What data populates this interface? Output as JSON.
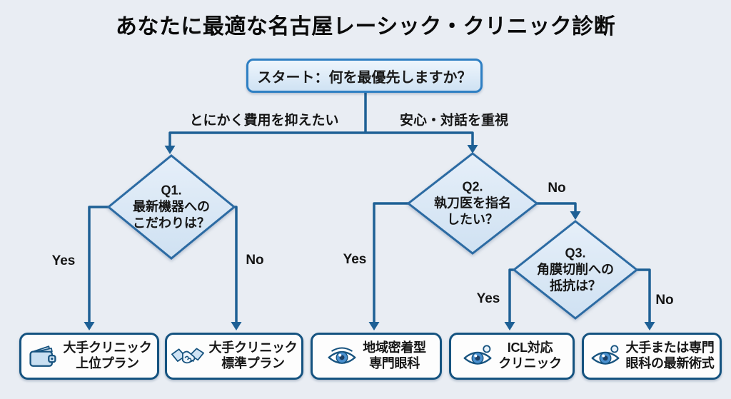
{
  "title": "あなたに最適な名古屋レーシック・クリニック診断",
  "start": {
    "label": "スタート：何を最優先しますか？"
  },
  "branches": {
    "left": "とにかく費用を抑えたい",
    "right": "安心・対話を重視"
  },
  "questions": [
    {
      "id": "Q1.",
      "line1": "最新機器への",
      "line2": "こだわりは？",
      "yes": "Yes",
      "no": "No"
    },
    {
      "id": "Q2.",
      "line1": "執刀医を指名",
      "line2": "したい？",
      "yes": "Yes",
      "no": "No"
    },
    {
      "id": "Q3.",
      "line1": "角膜切削への",
      "line2": "抵抗は？",
      "yes": "Yes",
      "no": "No"
    }
  ],
  "results": [
    {
      "icon": "wallet-icon",
      "line1": "大手クリニック",
      "line2": "上位プラン"
    },
    {
      "icon": "handshake-icon",
      "line1": "大手クリニック",
      "line2": "標準プラン"
    },
    {
      "icon": "eye-icon",
      "line1": "地域密着型",
      "line2": "専門眼科"
    },
    {
      "icon": "eye-lens-icon",
      "line1": "ICL対応",
      "line2": "クリニック"
    },
    {
      "icon": "eye-lens-icon",
      "line1": "大手または専門",
      "line2": "眼科の最新術式"
    }
  ],
  "colors": {
    "background": "#e9edf3",
    "connector": "#1e6095",
    "start_border": "#2e7fc3",
    "diamond_border": "#2c6ba3",
    "diamond_fill": "#d9e8f6",
    "card_border": "#155380",
    "card_fill": "#fdfdfd"
  }
}
